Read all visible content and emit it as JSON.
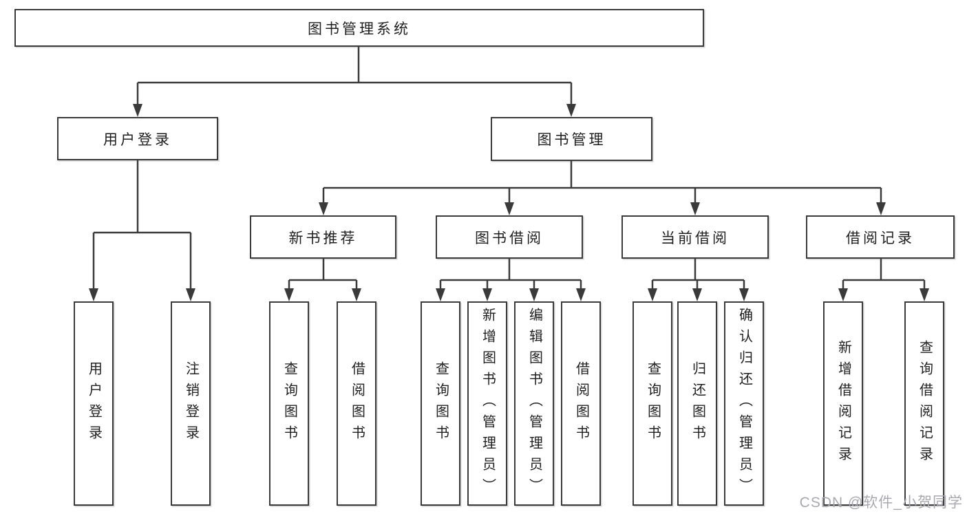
{
  "tree": {
    "label": "图书管理系统",
    "children": [
      {
        "label": "用户登录",
        "children": [
          {
            "label": "用户登录"
          },
          {
            "label": "注销登录"
          }
        ]
      },
      {
        "label": "图书管理",
        "children": [
          {
            "label": "新书推荐",
            "children": [
              {
                "label": "查询图书"
              },
              {
                "label": "借阅图书"
              }
            ]
          },
          {
            "label": "图书借阅",
            "children": [
              {
                "label": "查询图书"
              },
              {
                "label": "新增图书（管理员）"
              },
              {
                "label": "编辑图书（管理员）"
              },
              {
                "label": "借阅图书"
              }
            ]
          },
          {
            "label": "当前借阅",
            "children": [
              {
                "label": "查询图书"
              },
              {
                "label": "归还图书"
              },
              {
                "label": "确认归还（管理员）"
              }
            ]
          },
          {
            "label": "借阅记录",
            "children": [
              {
                "label": "新增借阅记录"
              },
              {
                "label": "查询借阅记录"
              }
            ]
          }
        ]
      }
    ]
  },
  "watermark": {
    "text": "CSDN @软件_小贺同学"
  },
  "colors": {
    "line": "#3a3a3a",
    "text": "#1f1f1f",
    "watermark": "#a8a8b0",
    "background": "#ffffff"
  }
}
